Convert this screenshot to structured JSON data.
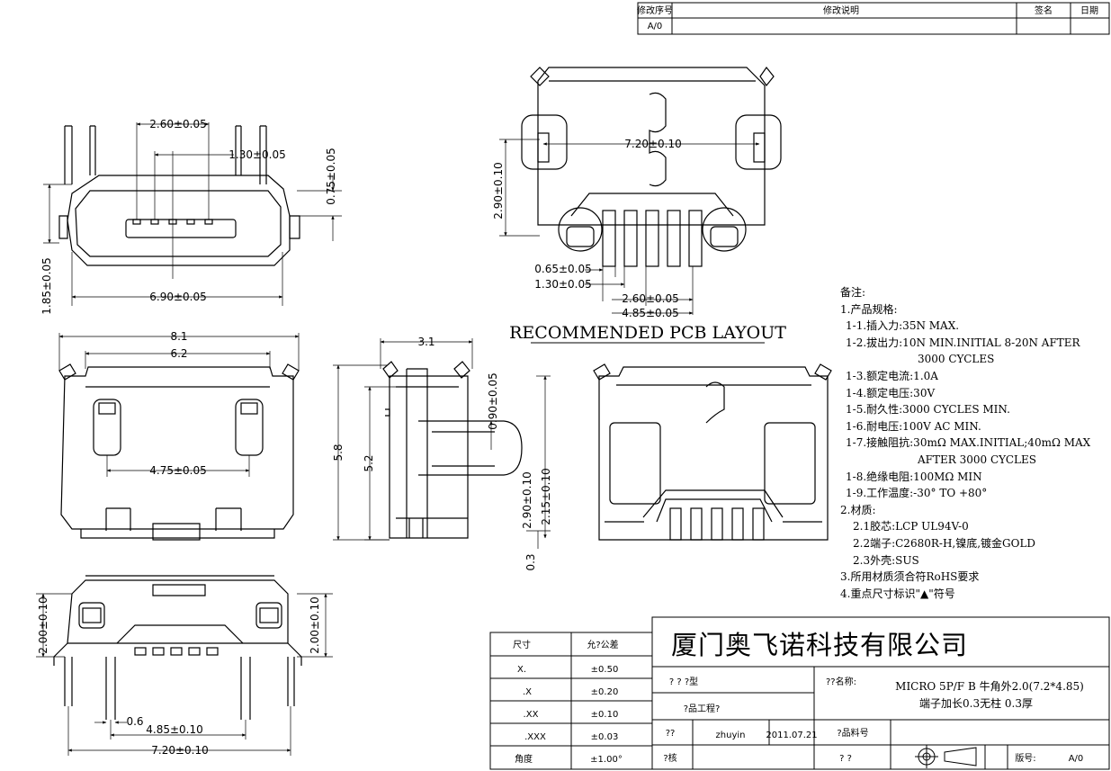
{
  "revision_block": {
    "headers": [
      "修改序号",
      "修改说明",
      "签名",
      "日期"
    ],
    "row": [
      "A/0",
      "",
      "",
      ""
    ]
  },
  "front_view": {
    "dim_pitch": "2.60±0.05",
    "dim_pin": "1.30±0.05",
    "dim_height": "0.75±0.05",
    "dim_side": "1.85±0.05",
    "dim_width": "6.90±0.05"
  },
  "pcb_layout": {
    "dim_width": "7.20±0.10",
    "dim_height": "2.90±0.10",
    "dim_pad": "0.65±0.05",
    "dim_pitch_small": "1.30±0.05",
    "dim_pitch": "2.60±0.05",
    "dim_span": "4.85±0.05",
    "title": "RECOMMENDED PCB LAYOUT"
  },
  "top_view": {
    "dim_outer": "8.1",
    "dim_inner": "6.2",
    "dim_holes": "4.75±0.05"
  },
  "side_view": {
    "dim_width": "3.1",
    "dim_total": "5.8",
    "dim_body": "5.2",
    "dim_tab": "0.90±0.05",
    "dim_pin1": "2.90±0.10",
    "dim_pin2": "2.15±0.10",
    "dim_thick": "0.3"
  },
  "bottom_view": {
    "dim_left": "2.00±0.10",
    "dim_right": "2.00±0.10",
    "dim_pin": "0.6",
    "dim_span": "4.85±0.10",
    "dim_width": "7.20±0.10"
  },
  "notes": {
    "heading": "备注:",
    "spec_heading": "1.产品规格:",
    "items": [
      "1-1.插入力:35N MAX.",
      "1-2.拔出力:10N MIN.INITIAL 8-20N AFTER",
      "3000 CYCLES",
      "1-3.额定电流:1.0A",
      "1-4.额定电压:30V",
      "1-5.耐久性:3000 CYCLES MIN.",
      "1-6.耐电压:100V AC MIN.",
      "1-7.接触阻抗:30mΩ MAX.INITIAL;40mΩ MAX",
      "AFTER 3000 CYCLES",
      "1-8.绝缘电阻:100MΩ MIN",
      "1-9.工作温度:-30° TO +80°"
    ],
    "material_heading": "2.材质:",
    "materials": [
      "2.1胶芯:LCP UL94V-0",
      "2.2端子:C2680R-H,镍底,镀金GOLD",
      "2.3外壳:SUS"
    ],
    "rohs": "3.所用材质须合符RoHS要求",
    "key_dims": "4.重点尺寸标识\"▲\"符号"
  },
  "tolerance_table": {
    "headers": [
      "尺寸",
      "允?公差"
    ],
    "rows": [
      [
        "X.",
        "±0.50"
      ],
      [
        ".X",
        "±0.20"
      ],
      [
        ".XX",
        "±0.10"
      ],
      [
        ".XXX",
        "±0.03"
      ],
      [
        "角度",
        "±1.00°"
      ]
    ]
  },
  "title_block": {
    "company": "厦门奥飞诺科技有限公司",
    "model_label": "? ? ?型",
    "name_label": "??名称:",
    "product_name": "MICRO 5P/F B 牛角外2.0(7.2*4.85)",
    "product_desc": "端子加长0.3无柱 0.3厚",
    "engineer_label": "?品工程?",
    "drawn_label": "??",
    "drawn_by": "zhuyin",
    "date": "2011.07.21",
    "part_no_label": "?品料号",
    "check_label": "?核",
    "approve_label": "? ?",
    "rev_label": "版号:",
    "rev_value": "A/0"
  }
}
